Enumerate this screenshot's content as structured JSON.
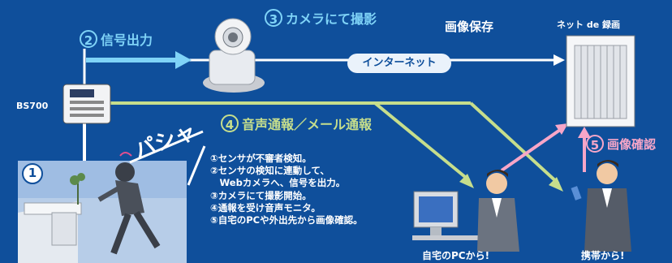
{
  "labels": {
    "signal_out": "信号出力",
    "signal_num": "2",
    "camera_shoot": "カメラにて撮影",
    "camera_num": "3",
    "save_image": "画像保存",
    "net_record": "ネット de 録画",
    "internet": "インターネット",
    "device": "BS700",
    "notify": "音声通報／メール通報",
    "notify_num": "4",
    "confirm": "画像確認",
    "confirm_num": "5",
    "sound": "パシャ",
    "intruder_num": "1",
    "home_pc": "自宅のPCから!",
    "mobile": "携帯から!"
  },
  "steps": [
    "①センサが不審者検知。",
    "②センサの検知に連動して、",
    "　Webカメラへ、信号を出力。",
    "③カメラにて撮影開始。",
    "④通報を受け音声モニタ。",
    "⑤自宅のPCや外出先から画像確認。"
  ],
  "colors": {
    "background": "#0f4f9b",
    "signal": "#7fd3f7",
    "notify": "#c6de8c",
    "confirm": "#f7a6c8"
  }
}
